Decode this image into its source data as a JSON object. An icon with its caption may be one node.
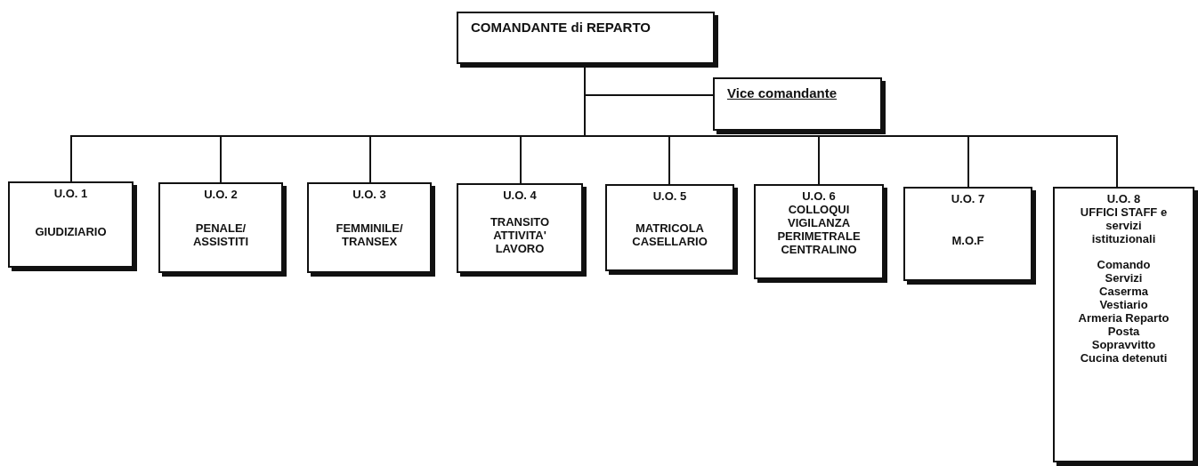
{
  "diagram": {
    "nodes": [
      {
        "text": [
          "COMANDANTE di REPARTO"
        ]
      },
      {
        "text": [
          "Vice comandante"
        ]
      },
      {
        "text": [
          "U.O. 1",
          "GIUDIZIARIO"
        ]
      },
      {
        "text": [
          "U.O. 2",
          "PENALE/ ASSISTITI"
        ]
      },
      {
        "text": [
          "U.O. 3",
          "FEMMINILE/ TRANSEX"
        ]
      },
      {
        "text": [
          "U.O. 4",
          "TRANSITO ATTIVITA' LAVORO"
        ]
      },
      {
        "text": [
          "U.O. 5",
          "MATRICOLA CASELLARIO"
        ]
      },
      {
        "text": [
          "U.O. 6",
          "COLLOQUI VIGILANZA PERIMETRALE CENTRALINO"
        ]
      },
      {
        "text": [
          "U.O. 7",
          "M.O.F"
        ]
      },
      {
        "text": [
          "U.O. 8",
          "UFFICI STAFF e servizi istituzionali",
          "Comando",
          "Servizi",
          "Caserma",
          "Vestiario",
          "Armeria Reparto",
          "Posta",
          "Sopravvitto",
          "Cucina detenuti"
        ]
      }
    ],
    "edges": [
      {
        "from": 0,
        "to": 1,
        "arrow": "none"
      },
      {
        "from": 0,
        "to": 2,
        "arrow": "none"
      },
      {
        "from": 0,
        "to": 3,
        "arrow": "none"
      },
      {
        "from": 0,
        "to": 4,
        "arrow": "none"
      },
      {
        "from": 0,
        "to": 5,
        "arrow": "none"
      },
      {
        "from": 0,
        "to": 6,
        "arrow": "none"
      },
      {
        "from": 0,
        "to": 7,
        "arrow": "none"
      },
      {
        "from": 0,
        "to": 8,
        "arrow": "none"
      },
      {
        "from": 0,
        "to": 9,
        "arrow": "none"
      }
    ]
  }
}
